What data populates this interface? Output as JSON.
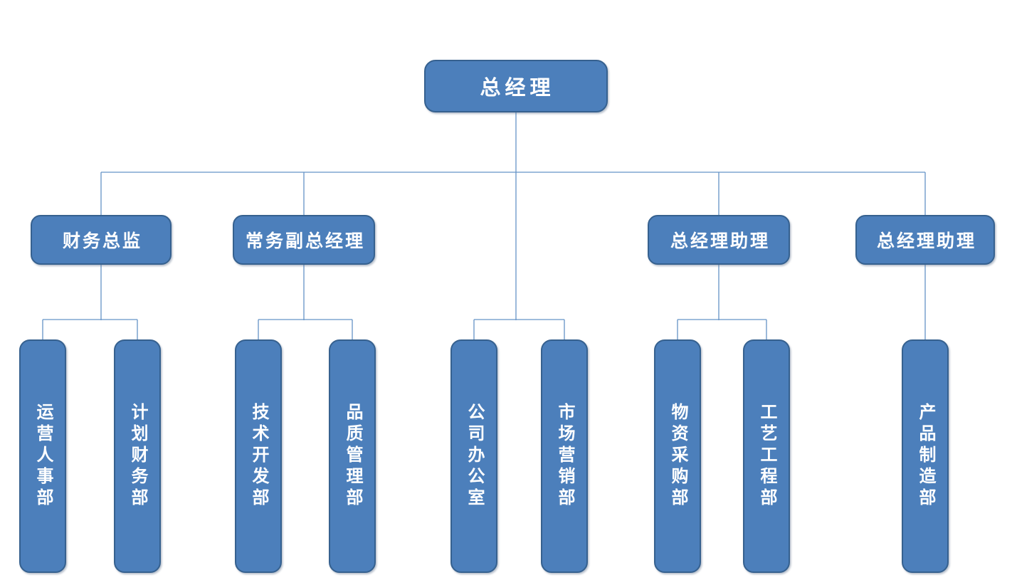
{
  "org_chart": {
    "root": {
      "label": "总经理"
    },
    "managers": [
      {
        "label": "财务总监"
      },
      {
        "label": "常务副总经理"
      },
      {
        "label": "总经理助理"
      },
      {
        "label": "总经理助理"
      }
    ],
    "departments": [
      {
        "label": "运营人事部"
      },
      {
        "label": "计划财务部"
      },
      {
        "label": "技术开发部"
      },
      {
        "label": "品质管理部"
      },
      {
        "label": "公司办公室"
      },
      {
        "label": "市场营销部"
      },
      {
        "label": "物资采购部"
      },
      {
        "label": "工艺工程部"
      },
      {
        "label": "产品制造部"
      }
    ],
    "colors": {
      "node_fill": "#4C7FBB",
      "node_border": "#36618F",
      "node_text": "#FFFFFF",
      "connector": "#6593C6",
      "background": "#FFFFFF"
    }
  }
}
